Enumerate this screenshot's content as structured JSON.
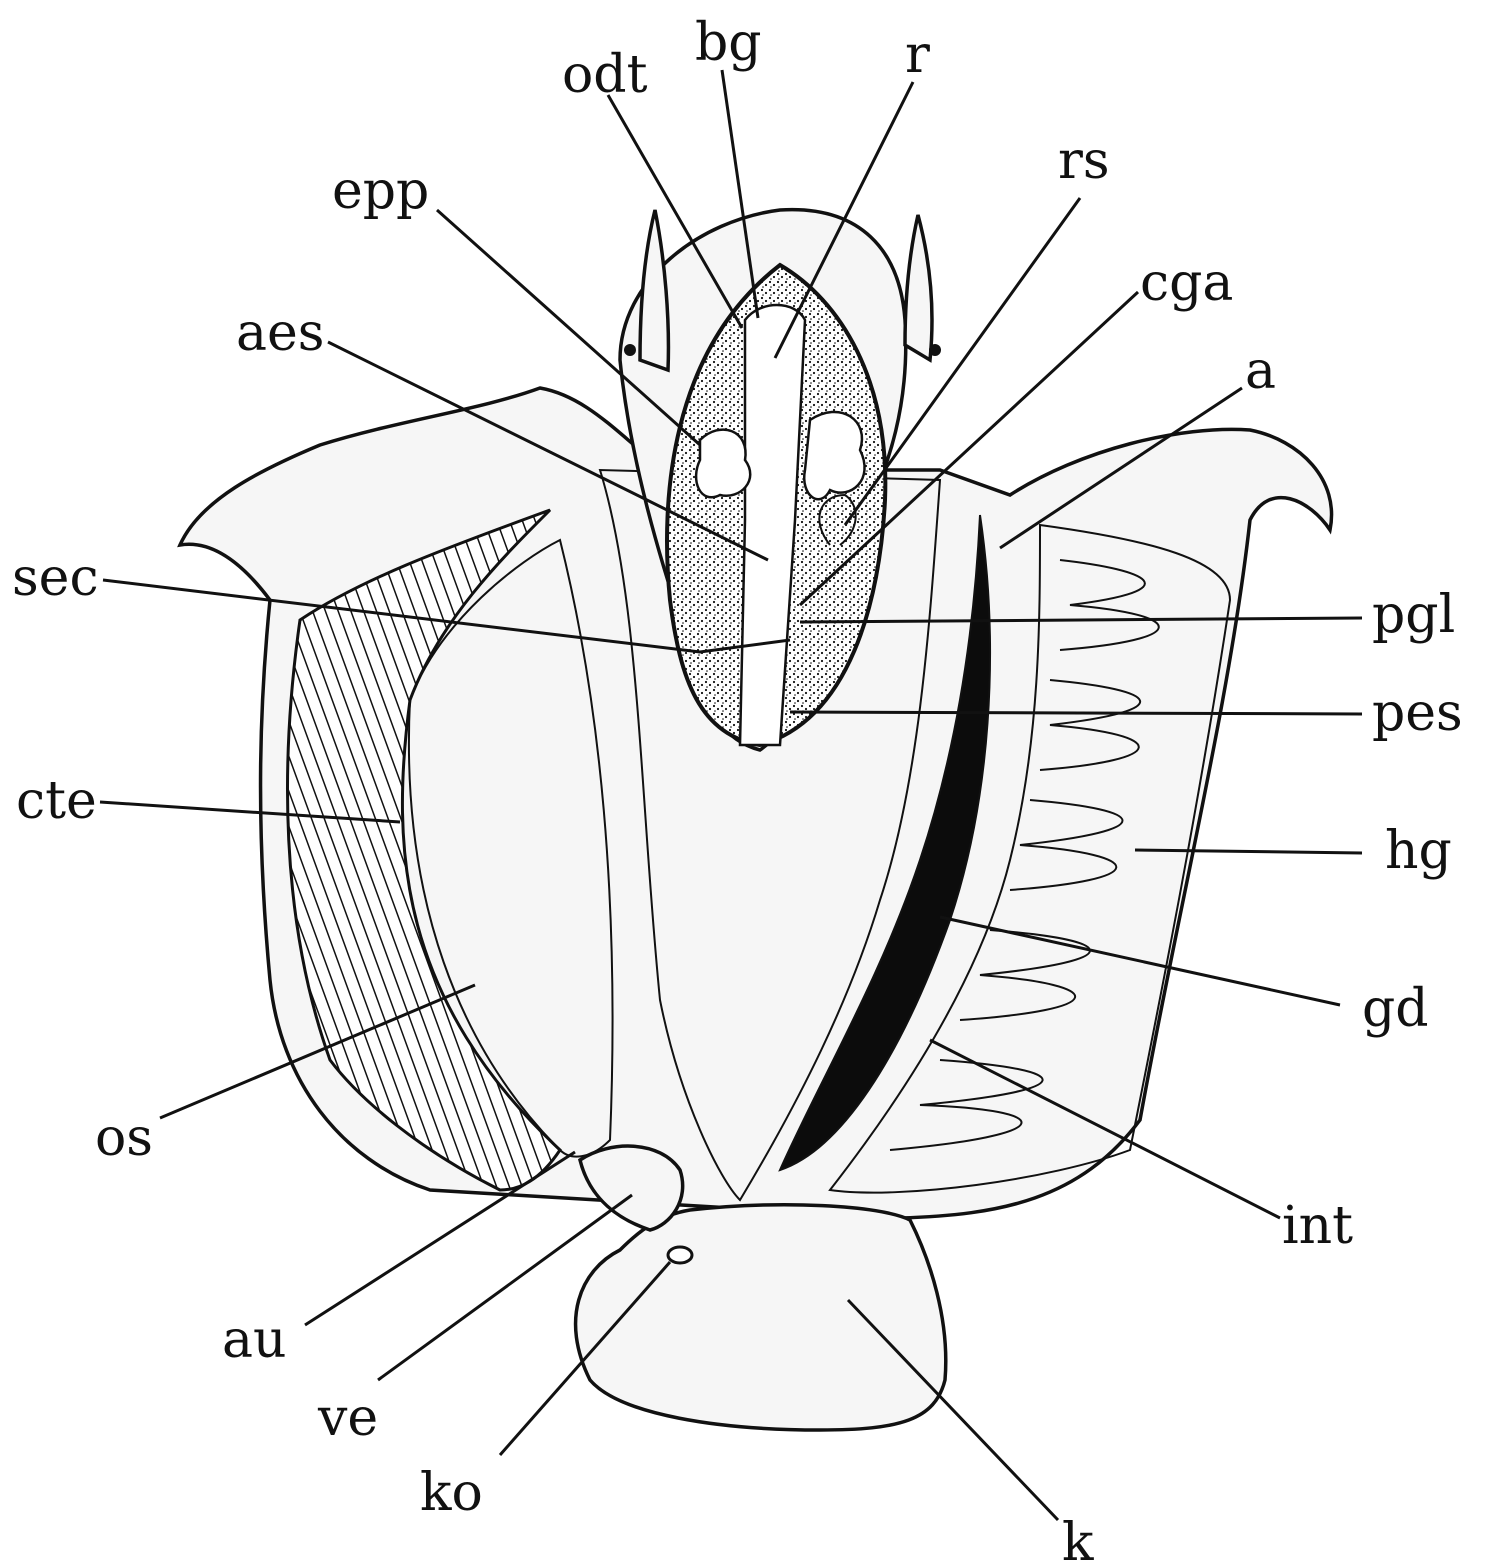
{
  "colors": {
    "ink": "#111111",
    "paper": "#ffffff",
    "stipple": "#f6f6f6"
  },
  "labels": {
    "odt": "odt",
    "bg": "bg",
    "r": "r",
    "rs": "rs",
    "epp": "epp",
    "cga": "cga",
    "aes": "aes",
    "a": "a",
    "sec": "sec",
    "pgl": "pgl",
    "pes": "pes",
    "cte": "cte",
    "hg": "hg",
    "gd": "gd",
    "os": "os",
    "int": "int",
    "au": "au",
    "ve": "ve",
    "ko": "ko",
    "k": "k"
  }
}
